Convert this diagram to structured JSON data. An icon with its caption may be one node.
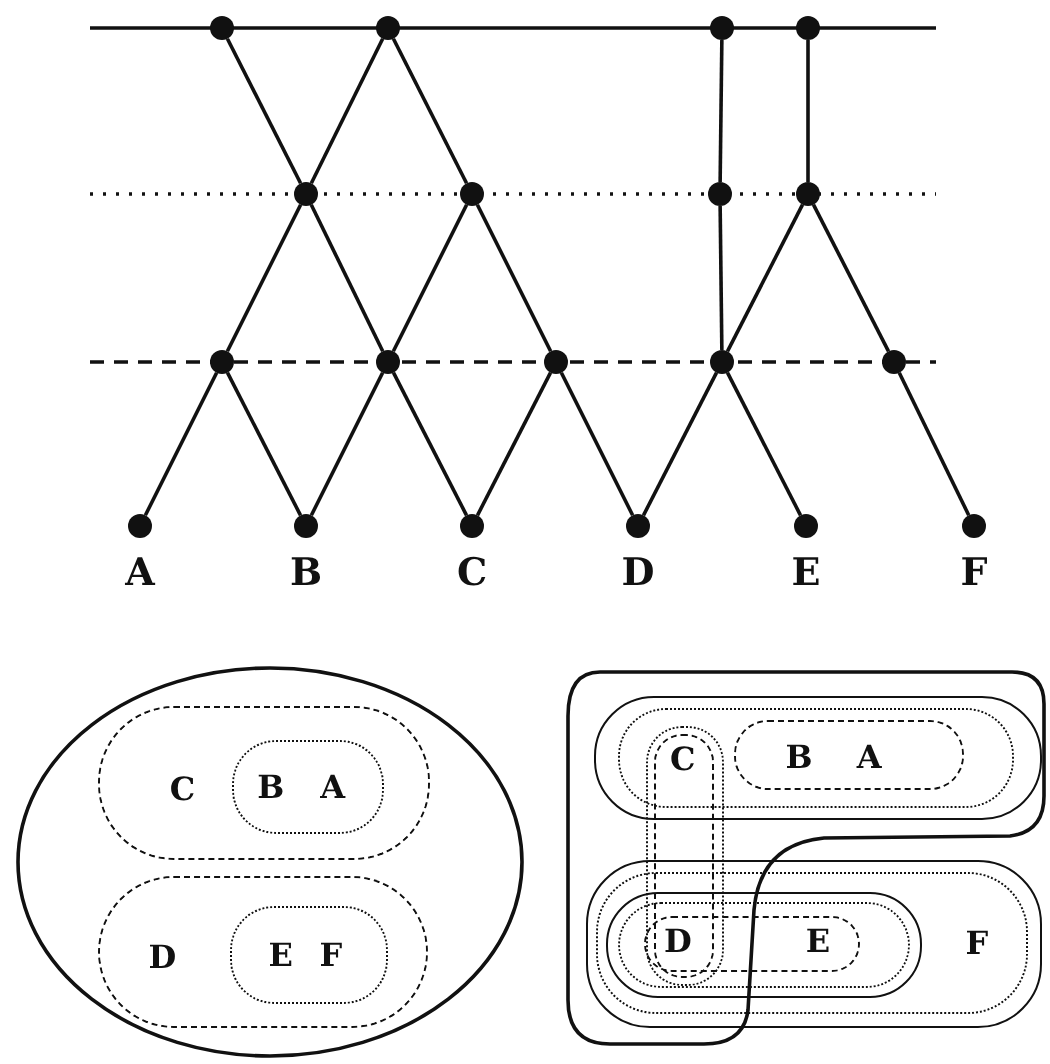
{
  "diagram": {
    "nodes": [
      {
        "text": [],
        "shape": "circle"
      },
      {
        "text": [],
        "shape": "circle"
      },
      {
        "text": [],
        "shape": "circle"
      },
      {
        "text": [],
        "shape": "circle"
      },
      {
        "text": [],
        "shape": "circle"
      },
      {
        "text": [],
        "shape": "circle"
      },
      {
        "text": [],
        "shape": "circle"
      },
      {
        "text": [],
        "shape": "circle"
      },
      {
        "text": [],
        "shape": "circle"
      },
      {
        "text": [],
        "shape": "circle"
      },
      {
        "text": [],
        "shape": "circle"
      },
      {
        "text": [],
        "shape": "circle"
      },
      {
        "text": [],
        "shape": "circle"
      },
      {
        "text": [],
        "shape": "circle",
        "beside": [
          "A"
        ]
      },
      {
        "text": [],
        "shape": "circle",
        "beside": [
          "B"
        ]
      },
      {
        "text": [],
        "shape": "circle",
        "beside": [
          "C"
        ]
      },
      {
        "text": [],
        "shape": "circle",
        "beside": [
          "D"
        ]
      },
      {
        "text": [],
        "shape": "circle",
        "beside": [
          "E"
        ]
      },
      {
        "text": [],
        "shape": "circle",
        "beside": [
          "F"
        ]
      },
      {
        "text": [],
        "shape": "ellipse"
      },
      {
        "text": [
          "C"
        ],
        "in": 19
      },
      {
        "text": [
          "B",
          "A"
        ],
        "in": 20
      },
      {
        "text": [
          "D"
        ],
        "in": 19
      },
      {
        "text": [
          "E",
          "F"
        ],
        "in": 22
      },
      {
        "text": [],
        "shape": "blob"
      },
      {
        "text": [],
        "shape": "box",
        "in": 24
      },
      {
        "text": [],
        "shape": "box",
        "in": 25
      },
      {
        "text": [
          "B",
          "A"
        ],
        "in": 26
      },
      {
        "text": [],
        "shape": "box",
        "in": 24
      },
      {
        "text": [
          "C"
        ],
        "in": 28
      },
      {
        "text": [],
        "shape": "box"
      },
      {
        "text": [
          "F"
        ],
        "in": 30
      },
      {
        "text": [],
        "shape": "box",
        "in": 31
      },
      {
        "text": [],
        "shape": "box",
        "in": 32
      },
      {
        "text": [
          "D",
          "E"
        ],
        "in": 33
      }
    ],
    "edges": [
      {
        "from": 0,
        "to": 4,
        "arrow": "none"
      },
      {
        "from": 1,
        "to": 4,
        "arrow": "none"
      },
      {
        "from": 1,
        "to": 5,
        "arrow": "none"
      },
      {
        "from": 2,
        "to": 6,
        "arrow": "none"
      },
      {
        "from": 3,
        "to": 7,
        "arrow": "none"
      },
      {
        "from": 4,
        "to": 8,
        "arrow": "none"
      },
      {
        "from": 4,
        "to": 9,
        "arrow": "none"
      },
      {
        "from": 5,
        "to": 9,
        "arrow": "none"
      },
      {
        "from": 5,
        "to": 10,
        "arrow": "none"
      },
      {
        "from": 6,
        "to": 11,
        "arrow": "none"
      },
      {
        "from": 7,
        "to": 11,
        "arrow": "none"
      },
      {
        "from": 7,
        "to": 12,
        "arrow": "none"
      },
      {
        "from": 8,
        "to": 13,
        "arrow": "none"
      },
      {
        "from": 8,
        "to": 14,
        "arrow": "none"
      },
      {
        "from": 9,
        "to": 14,
        "arrow": "none"
      },
      {
        "from": 9,
        "to": 15,
        "arrow": "none"
      },
      {
        "from": 10,
        "to": 15,
        "arrow": "none"
      },
      {
        "from": 10,
        "to": 16,
        "arrow": "none"
      },
      {
        "from": 11,
        "to": 16,
        "arrow": "none"
      },
      {
        "from": 11,
        "to": 17,
        "arrow": "none"
      },
      {
        "from": 12,
        "to": 18,
        "arrow": "none"
      }
    ]
  }
}
